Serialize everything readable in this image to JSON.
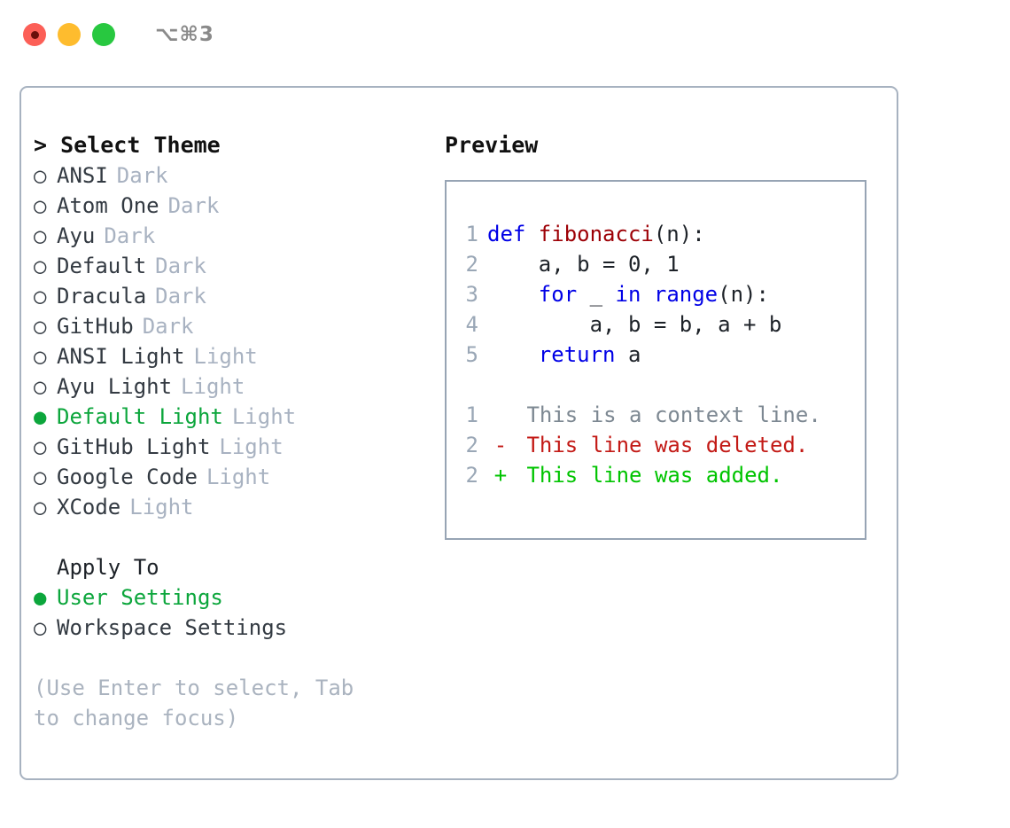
{
  "titlebar": {
    "lights": [
      "close-button",
      "minimize-button",
      "maximize-button"
    ],
    "shortcut": "⌥⌘3"
  },
  "theme_panel": {
    "heading": "> Select Theme",
    "options": [
      {
        "marker": "○",
        "label": "ANSI",
        "badge": "Dark",
        "selected": false
      },
      {
        "marker": "○",
        "label": "Atom One",
        "badge": "Dark",
        "selected": false
      },
      {
        "marker": "○",
        "label": "Ayu",
        "badge": "Dark",
        "selected": false
      },
      {
        "marker": "○",
        "label": "Default",
        "badge": "Dark",
        "selected": false
      },
      {
        "marker": "○",
        "label": "Dracula",
        "badge": "Dark",
        "selected": false
      },
      {
        "marker": "○",
        "label": "GitHub",
        "badge": "Dark",
        "selected": false
      },
      {
        "marker": "○",
        "label": "ANSI Light",
        "badge": "Light",
        "selected": false
      },
      {
        "marker": "○",
        "label": "Ayu Light",
        "badge": "Light",
        "selected": false
      },
      {
        "marker": "●",
        "label": "Default Light",
        "badge": "Light",
        "selected": true
      },
      {
        "marker": "○",
        "label": "GitHub Light",
        "badge": "Light",
        "selected": false
      },
      {
        "marker": "○",
        "label": "Google Code",
        "badge": "Light",
        "selected": false
      },
      {
        "marker": "○",
        "label": "XCode",
        "badge": "Light",
        "selected": false
      }
    ]
  },
  "apply_to": {
    "heading": "Apply To",
    "options": [
      {
        "marker": "●",
        "label": "User Settings",
        "selected": true
      },
      {
        "marker": "○",
        "label": "Workspace Settings",
        "selected": false
      }
    ]
  },
  "hint": "(Use Enter to select, Tab to change focus)",
  "preview": {
    "title": "Preview",
    "code_lines": [
      {
        "no": "1",
        "tokens": [
          {
            "t": "def ",
            "c": "kw"
          },
          {
            "t": "fibonacci",
            "c": "fn"
          },
          {
            "t": "(n):",
            "c": "plain"
          }
        ]
      },
      {
        "no": "2",
        "tokens": [
          {
            "t": "    a, b = 0, 1",
            "c": "plain"
          }
        ]
      },
      {
        "no": "3",
        "tokens": [
          {
            "t": "    ",
            "c": "plain"
          },
          {
            "t": "for",
            "c": "kw"
          },
          {
            "t": " _ ",
            "c": "plain"
          },
          {
            "t": "in ",
            "c": "kw"
          },
          {
            "t": "range",
            "c": "kw"
          },
          {
            "t": "(n):",
            "c": "plain"
          }
        ]
      },
      {
        "no": "4",
        "tokens": [
          {
            "t": "        a, b = b, a + b",
            "c": "plain"
          }
        ]
      },
      {
        "no": "5",
        "tokens": [
          {
            "t": "    ",
            "c": "plain"
          },
          {
            "t": "return",
            "c": "kw"
          },
          {
            "t": " a",
            "c": "plain"
          }
        ]
      }
    ],
    "diff_lines": [
      {
        "no": "1",
        "mark": " ",
        "text": "This is a context line.",
        "kind": "diff-ctx"
      },
      {
        "no": "2",
        "mark": "-",
        "text": "This line was deleted.",
        "kind": "diff-del"
      },
      {
        "no": "2",
        "mark": "+",
        "text": "This line was added.",
        "kind": "diff-add"
      }
    ]
  },
  "colors": {
    "accent_green": "#0ca63c",
    "muted": "#a8b2c1",
    "keyword_blue": "#0000e6",
    "function_red": "#9d0006",
    "diff_delete": "#c31a16",
    "diff_add": "#00c400",
    "border": "#a7b2c0"
  }
}
